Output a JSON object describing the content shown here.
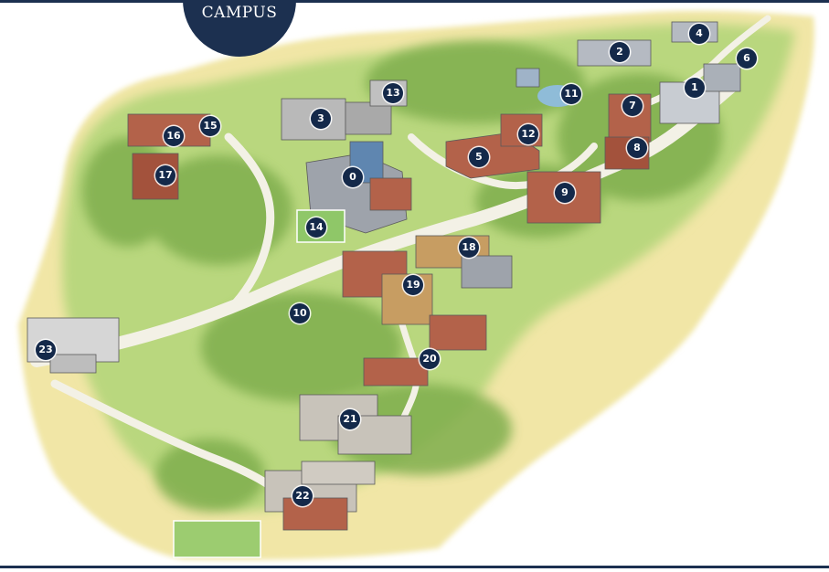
{
  "badge": {
    "label": "CAMPUS"
  },
  "colors": {
    "navy": "#1c3050",
    "marker": "#14294a",
    "hill_yellow": "#f1e6a6",
    "hill_green": "#b9d77e",
    "forest": "#7fae4e",
    "road": "#f3f1e6",
    "building": "#9a9a9a",
    "brick": "#b3624a"
  },
  "markers": [
    "0",
    "1",
    "2",
    "3",
    "4",
    "5",
    "6",
    "7",
    "8",
    "9",
    "10",
    "11",
    "12",
    "13",
    "14",
    "15",
    "16",
    "17",
    "18",
    "19",
    "20",
    "21",
    "22",
    "23"
  ]
}
